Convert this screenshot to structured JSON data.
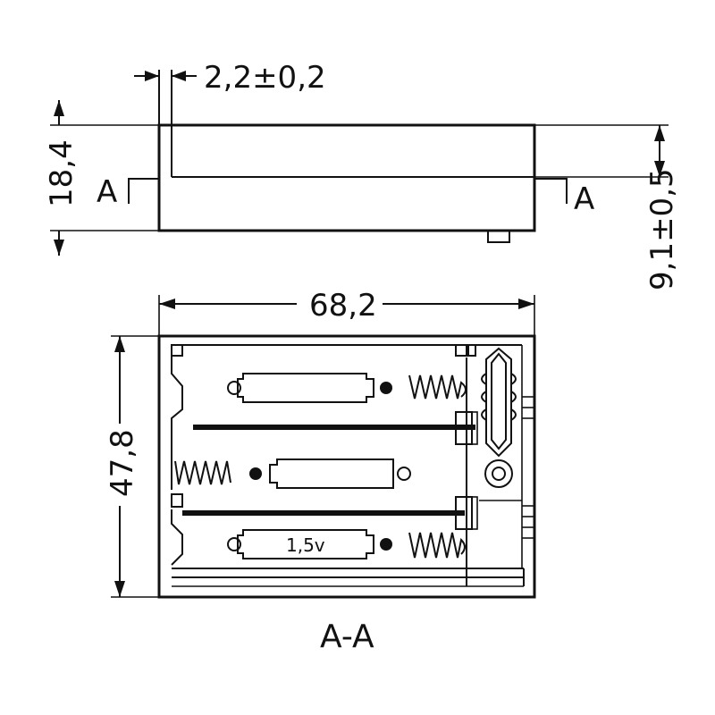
{
  "top_view": {
    "dim_offset": "2,2±0,2",
    "dim_height": "18,4",
    "dim_depth": "9,1±0,5",
    "section_left": "A",
    "section_right": "A"
  },
  "section_view": {
    "dim_width": "68,2",
    "dim_height": "47,8",
    "cell_label": "1,5v",
    "caption": "A-A"
  }
}
